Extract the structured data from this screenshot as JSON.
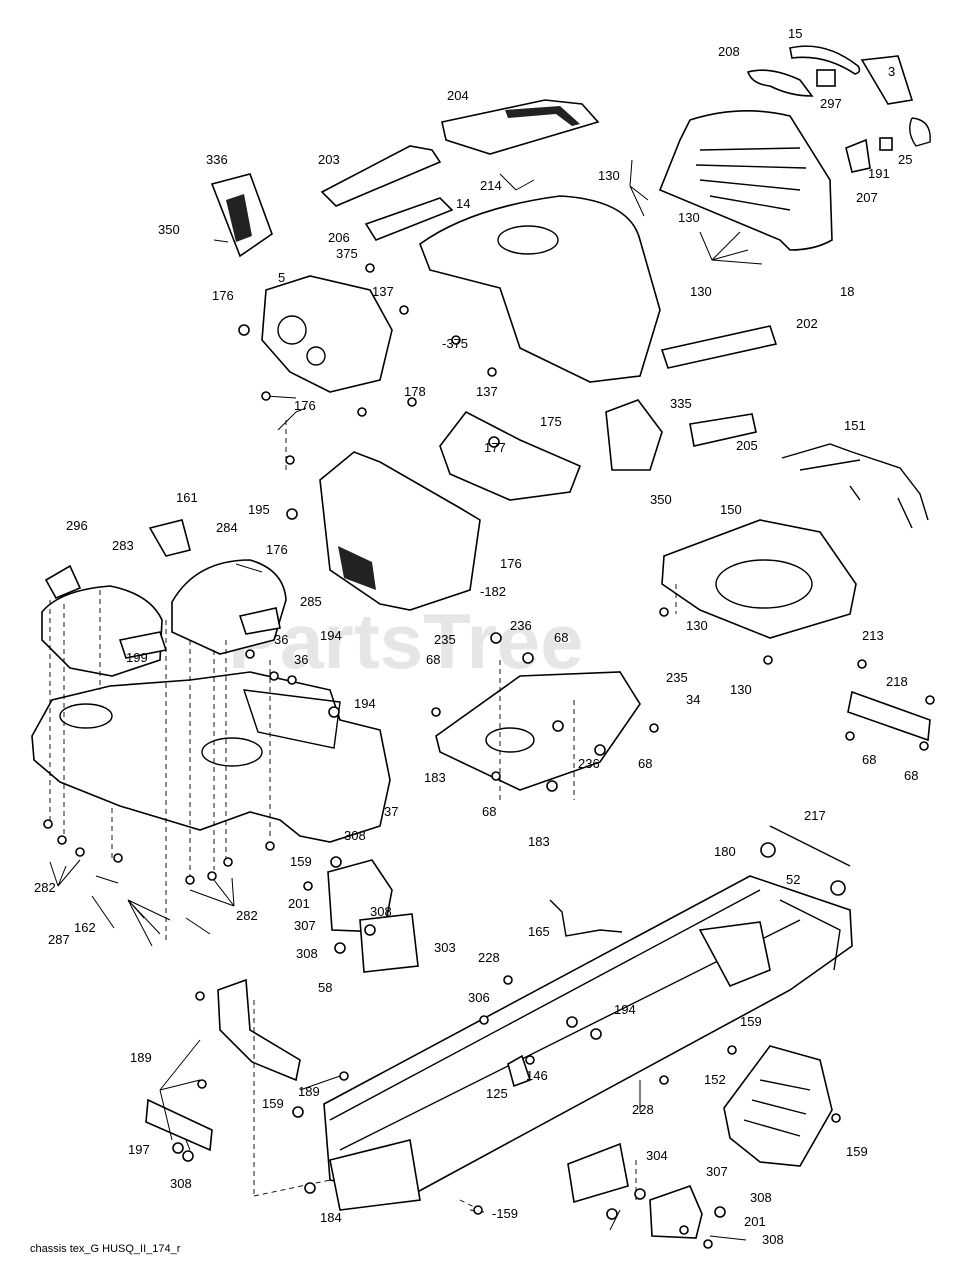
{
  "watermark": "PartsTree",
  "footer": "chassis tex_G   HUSQ_II_174_r",
  "callouts": [
    "15",
    "208",
    "3",
    "297",
    "25",
    "191",
    "207",
    "204",
    "130",
    "130",
    "130",
    "18",
    "336",
    "203",
    "214",
    "14",
    "350",
    "206",
    "375",
    "5",
    "137",
    "176",
    "-375",
    "137",
    "178",
    "176",
    "202",
    "335",
    "175",
    "177",
    "151",
    "205",
    "350",
    "195",
    "176",
    "176",
    "-182",
    "150",
    "161",
    "296",
    "283",
    "284",
    "285",
    "199",
    "36",
    "194",
    "36",
    "194",
    "130",
    "130",
    "213",
    "218",
    "235",
    "236",
    "68",
    "68",
    "235",
    "34",
    "68",
    "68",
    "183",
    "68",
    "236",
    "183",
    "37",
    "68",
    "282",
    "287",
    "162",
    "282",
    "308",
    "159",
    "201",
    "307",
    "308",
    "303",
    "308",
    "217",
    "180",
    "52",
    "165",
    "228",
    "306",
    "194",
    "58",
    "189",
    "189",
    "125",
    "146",
    "228",
    "159",
    "152",
    "159",
    "197",
    "159",
    "308",
    "184",
    "-159",
    "304",
    "307",
    "308",
    "201",
    "308",
    "159"
  ]
}
